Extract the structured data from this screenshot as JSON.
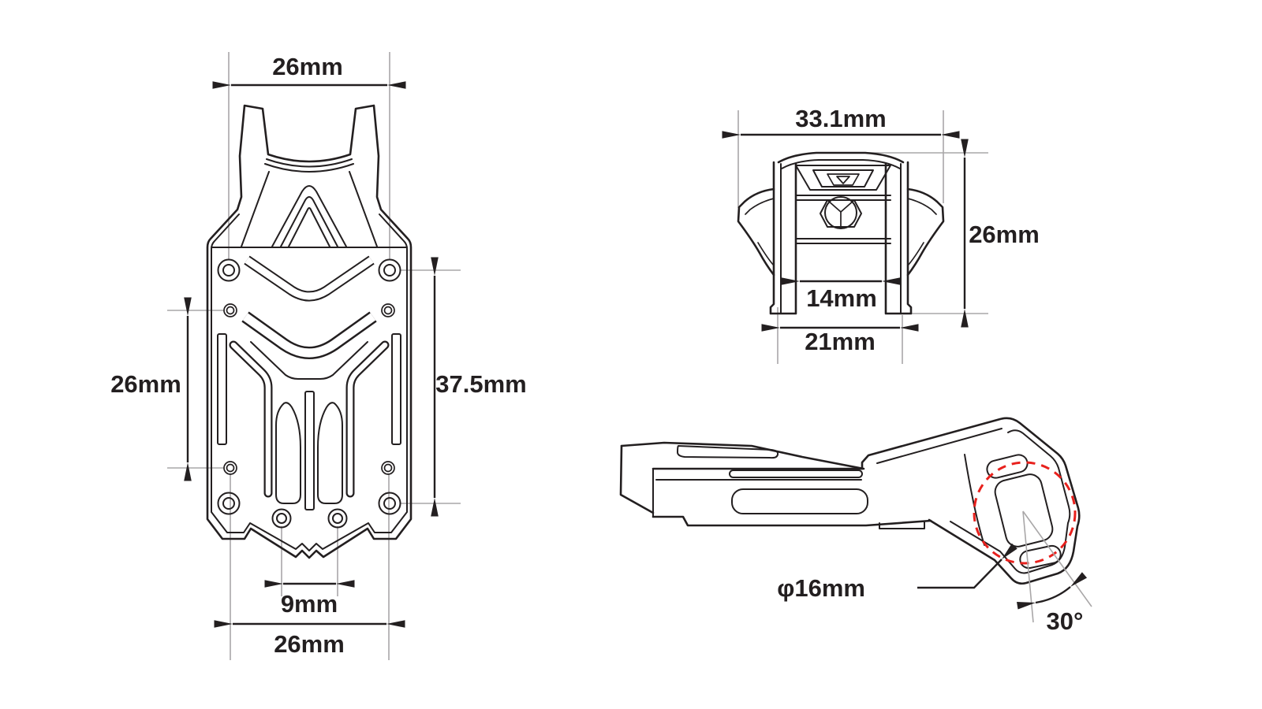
{
  "drawing": {
    "type": "technical-dimension-drawing",
    "subject": "bike computer mount bracket, three orthographic views",
    "colors": {
      "line": "#231f20",
      "guide_line": "#a9a7a8",
      "highlight_circle": "#e8211d",
      "background": "#ffffff"
    },
    "views": {
      "top_view": {
        "dimensions": {
          "top_hole_span": "26mm",
          "left_hole_span": "26mm",
          "right_hole_span": "37.5mm",
          "bottom_inner_span": "9mm",
          "bottom_hole_span": "26mm"
        }
      },
      "front_view": {
        "dimensions": {
          "overall_width": "33.1mm",
          "overall_height": "26mm",
          "inner_rail_gap": "14mm",
          "rail_outer_width": "21mm"
        }
      },
      "side_view": {
        "dimensions": {
          "clamp_diameter": "φ16mm",
          "head_tilt_angle": "30°"
        }
      }
    }
  }
}
